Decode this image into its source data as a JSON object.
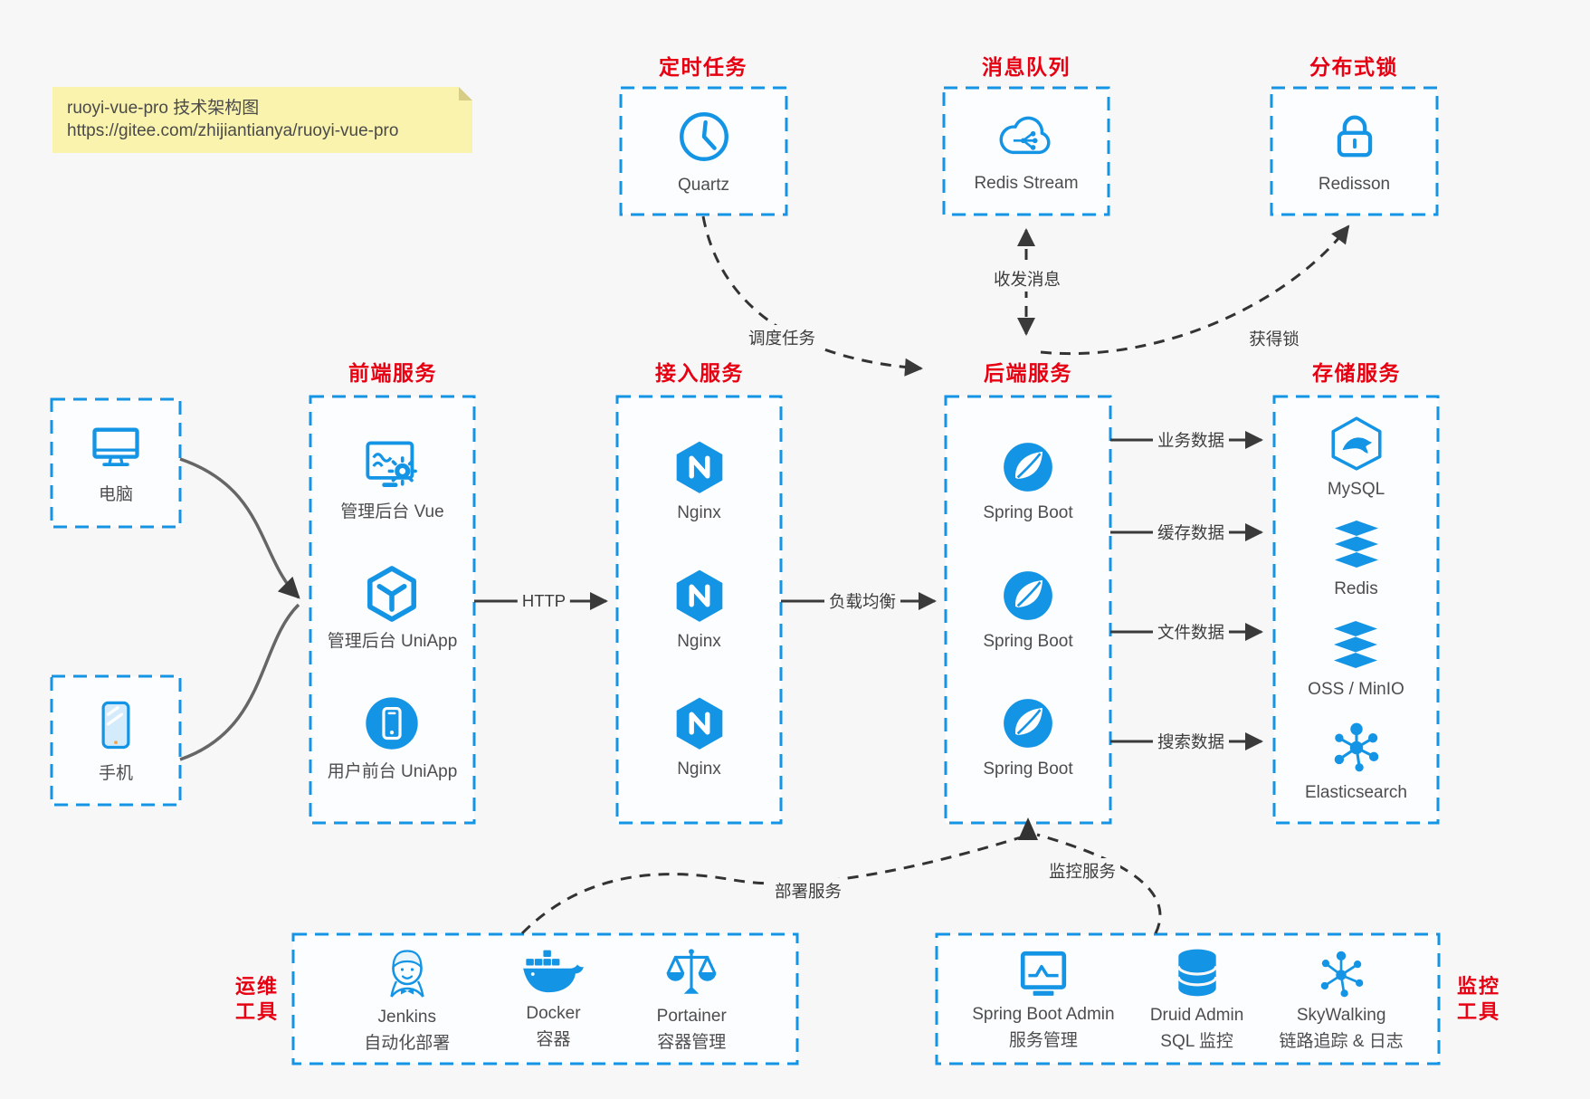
{
  "note": {
    "line1": "ruoyi-vue-pro 技术架构图",
    "line2": "https://gitee.com/zhijiantianya/ruoyi-vue-pro"
  },
  "colors": {
    "accent_blue": "#1494e4",
    "title_red": "#e60012",
    "arrow_dark": "#3a3a3a",
    "note_bg": "#faf3ae",
    "page_bg": "#f7f7f8"
  },
  "groups": {
    "scheduled": {
      "title": "定时任务",
      "items": [
        {
          "icon": "clock-icon",
          "label": "Quartz"
        }
      ]
    },
    "mq": {
      "title": "消息队列",
      "items": [
        {
          "icon": "cloud-stream-icon",
          "label": "Redis Stream"
        }
      ]
    },
    "lock": {
      "title": "分布式锁",
      "items": [
        {
          "icon": "lock-icon",
          "label": "Redisson"
        }
      ]
    },
    "clients": {
      "items": [
        {
          "icon": "desktop-icon",
          "label": "电脑"
        },
        {
          "icon": "smartphone-icon",
          "label": "手机"
        }
      ]
    },
    "frontend": {
      "title": "前端服务",
      "items": [
        {
          "icon": "admin-vue-icon",
          "label": "管理后台 Vue"
        },
        {
          "icon": "uniapp-cube-icon",
          "label": "管理后台 UniApp"
        },
        {
          "icon": "user-app-icon",
          "label": "用户前台 UniApp"
        }
      ]
    },
    "gateway": {
      "title": "接入服务",
      "items": [
        {
          "icon": "nginx-icon",
          "label": "Nginx"
        },
        {
          "icon": "nginx-icon",
          "label": "Nginx"
        },
        {
          "icon": "nginx-icon",
          "label": "Nginx"
        }
      ]
    },
    "backend": {
      "title": "后端服务",
      "items": [
        {
          "icon": "spring-boot-icon",
          "label": "Spring Boot"
        },
        {
          "icon": "spring-boot-icon",
          "label": "Spring Boot"
        },
        {
          "icon": "spring-boot-icon",
          "label": "Spring Boot"
        }
      ]
    },
    "storage": {
      "title": "存储服务",
      "items": [
        {
          "icon": "mysql-icon",
          "label": "MySQL"
        },
        {
          "icon": "redis-stack-icon",
          "label": "Redis"
        },
        {
          "icon": "redis-stack-icon",
          "label": "OSS / MinIO"
        },
        {
          "icon": "elasticsearch-icon",
          "label": "Elasticsearch"
        }
      ]
    },
    "devops": {
      "title_line1": "运维",
      "title_line2": "工具",
      "items": [
        {
          "icon": "jenkins-icon",
          "label": "Jenkins",
          "sub": "自动化部署"
        },
        {
          "icon": "docker-icon",
          "label": "Docker",
          "sub": "容器"
        },
        {
          "icon": "portainer-icon",
          "label": "Portainer",
          "sub": "容器管理"
        }
      ]
    },
    "monitor": {
      "title_line1": "监控",
      "title_line2": "工具",
      "items": [
        {
          "icon": "sba-icon",
          "label": "Spring Boot Admin",
          "sub": "服务管理"
        },
        {
          "icon": "druid-icon",
          "label": "Druid Admin",
          "sub": "SQL 监控"
        },
        {
          "icon": "skywalking-icon",
          "label": "SkyWalking",
          "sub": "链路追踪 & 日志"
        }
      ]
    }
  },
  "edges": {
    "http": "HTTP",
    "lb": "负载均衡",
    "schedule": "调度任务",
    "message": "收发消息",
    "get_lock": "获得锁",
    "biz": "业务数据",
    "cache": "缓存数据",
    "file": "文件数据",
    "search": "搜索数据",
    "deploy": "部署服务",
    "monitoring": "监控服务"
  }
}
